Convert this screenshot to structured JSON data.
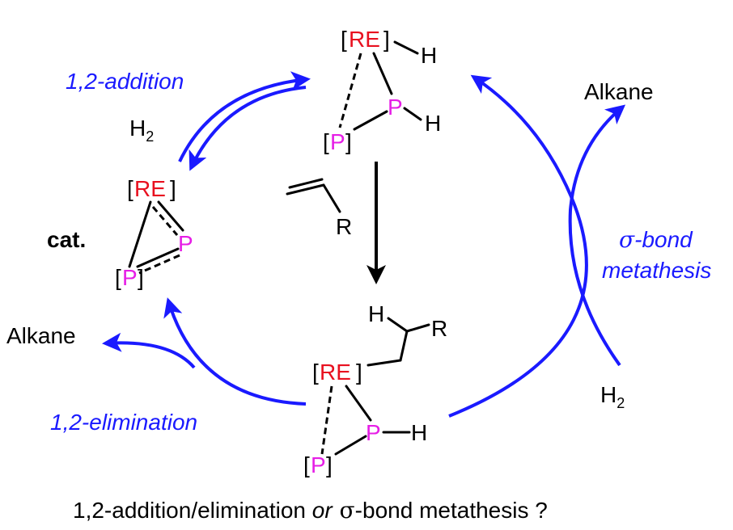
{
  "labels": {
    "addition": "1,2-addition",
    "elimination": "1,2-elimination",
    "sigma_symbol": "σ",
    "sigma_bond_suffix": "-bond",
    "metathesis": "metathesis",
    "alkane_left": "Alkane",
    "alkane_right": "Alkane",
    "cat": "cat.",
    "h2_top": "H",
    "h2_top_sub": "2",
    "h2_bottom": "H",
    "h2_bottom_sub": "2",
    "caption_part1": "1,2-addition/elimination ",
    "caption_or": "or",
    "caption_sigma": " σ",
    "caption_part2": "-bond metathesis ?"
  },
  "atoms": {
    "re": "RE",
    "p": "P",
    "h": "H",
    "r": "R",
    "bracket_open": "[",
    "bracket_close": "]"
  },
  "colors": {
    "arrow_blue": "#1a1aff",
    "re_red": "#e8101f",
    "p_magenta": "#e61ee6"
  }
}
